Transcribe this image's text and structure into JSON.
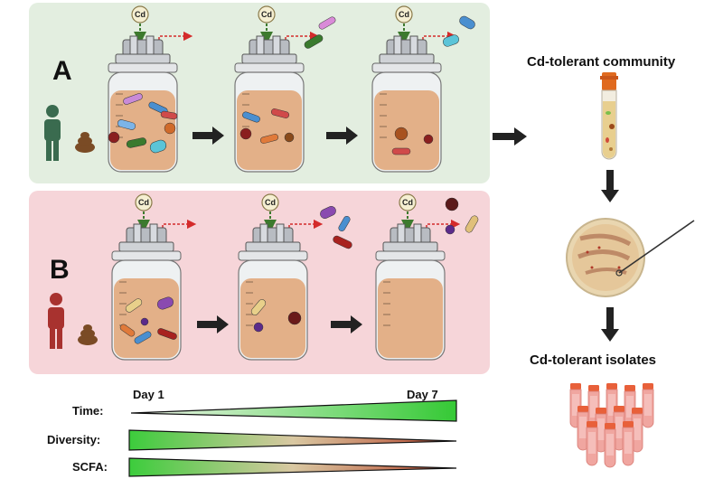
{
  "panels": [
    {
      "label": "A",
      "cd_label": "Cd"
    },
    {
      "label": "B",
      "cd_label": "Cd"
    }
  ],
  "right_column": {
    "community_title": "Cd-tolerant community",
    "isolates_title": "Cd-tolerant isolates"
  },
  "gradients": {
    "start_label": "Day 1",
    "end_label": "Day 7",
    "rows": [
      {
        "label": "Time:",
        "direction": "increasing"
      },
      {
        "label": "Diversity:",
        "direction": "decreasing"
      },
      {
        "label": "SCFA:",
        "direction": "decreasing"
      }
    ]
  },
  "colors": {
    "panel_a_bg": "#e3eee0",
    "panel_b_bg": "#f6d5d9",
    "person_a": "#3a6b4f",
    "person_b": "#a8322f",
    "broth": "#e3b088",
    "cd_arrow": "#3d7a2e",
    "efflux_arrow": "#d42b2b",
    "gradient_green": "#3ccc3c",
    "gradient_red": "#b8442c"
  }
}
